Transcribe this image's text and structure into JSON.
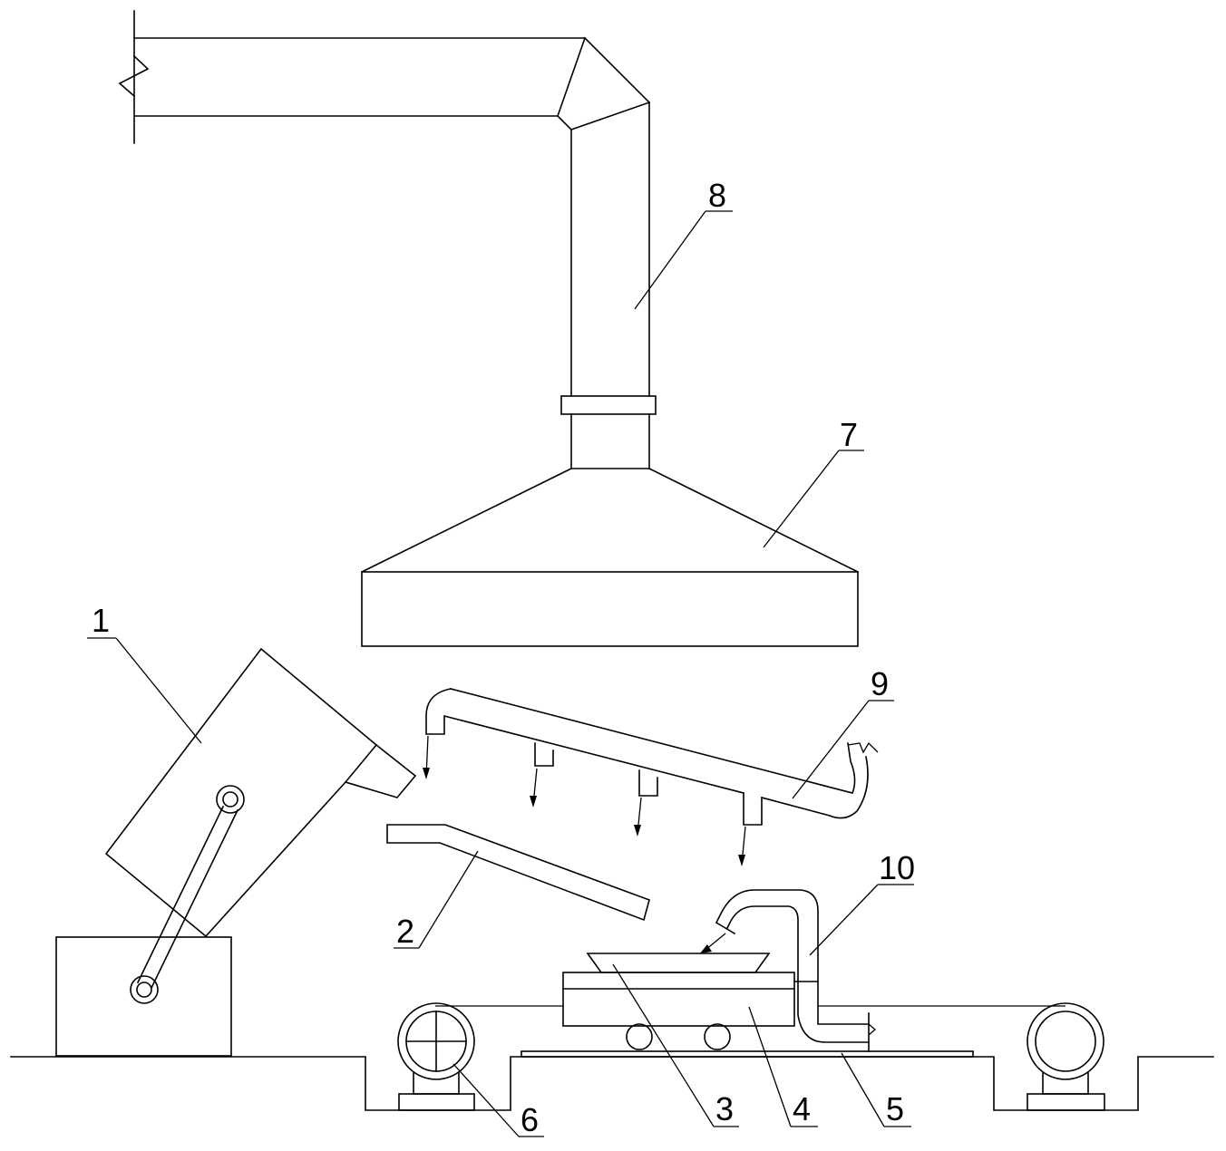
{
  "figure": {
    "labels": {
      "chute_box": "1",
      "chute_plate": "2",
      "hopper": "3",
      "cart": "4",
      "rail": "5",
      "winch": "6",
      "hood": "7",
      "exhaust_pipe": "8",
      "spray_pipe": "9",
      "suction_pipe": "10"
    }
  }
}
